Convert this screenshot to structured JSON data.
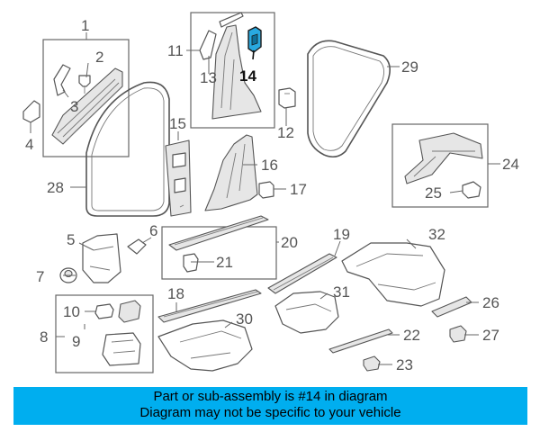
{
  "callouts": [
    "1",
    "2",
    "3",
    "4",
    "5",
    "6",
    "7",
    "8",
    "9",
    "10",
    "11",
    "12",
    "13",
    "14",
    "15",
    "16",
    "17",
    "18",
    "19",
    "20",
    "21",
    "22",
    "23",
    "24",
    "25",
    "26",
    "27",
    "28",
    "29",
    "30",
    "31",
    "32"
  ],
  "highlighted_part": "14",
  "colors": {
    "banner": "#00aeef",
    "highlight": "#29a9e0",
    "line": "#555555"
  },
  "banner": {
    "line1": "Part or sub-assembly is #14 in diagram",
    "line2": "Diagram may not be specific to your vehicle"
  }
}
